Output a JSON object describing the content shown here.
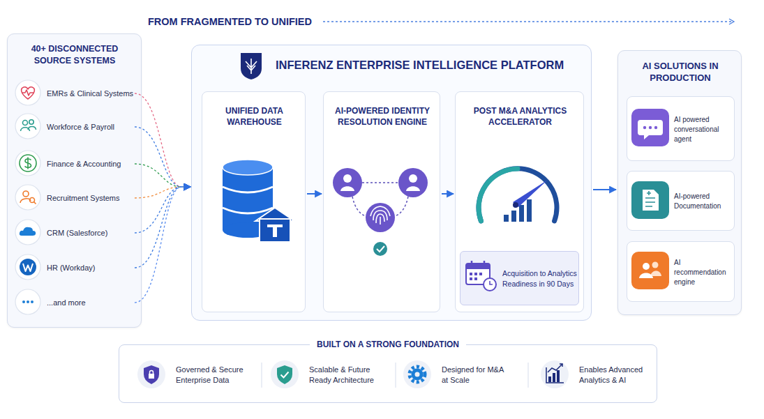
{
  "diagram": {
    "title": "FROM FRAGMENTED TO UNIFIED",
    "nodes": [
      {
        "text": [
          "40+ DISCONNECTED SOURCE SYSTEMS"
        ]
      },
      {
        "text": [
          "EMRs & Clinical Systems"
        ],
        "in": 0
      },
      {
        "text": [
          "Workforce & Payroll"
        ],
        "in": 0
      },
      {
        "text": [
          "Finance & Accounting"
        ],
        "in": 0
      },
      {
        "text": [
          "Recruitment Systems"
        ],
        "in": 0
      },
      {
        "text": [
          "CRM (Salesforce)"
        ],
        "in": 0
      },
      {
        "text": [
          "HR (Workday)"
        ],
        "in": 0
      },
      {
        "text": [
          "...and more"
        ],
        "in": 0
      },
      {
        "text": [
          "INFERENZ ENTERPRISE INTELLIGENCE PLATFORM"
        ]
      },
      {
        "text": [
          "UNIFIED DATA WAREHOUSE"
        ],
        "in": 8
      },
      {
        "text": [
          "AI-POWERED IDENTITY RESOLUTION ENGINE"
        ],
        "in": 8
      },
      {
        "text": [
          "POST M&A ANALYTICS ACCELERATOR"
        ],
        "in": 8
      },
      {
        "text": [
          "Acquisition to Analytics Readiness in 90 Days"
        ],
        "in": 11
      },
      {
        "text": [
          "AI SOLUTIONS IN PRODUCTION"
        ]
      },
      {
        "text": [
          "AI powered conversational agent"
        ],
        "in": 13
      },
      {
        "text": [
          "AI-powered Documentation"
        ],
        "in": 13
      },
      {
        "text": [
          "AI recommendation engine"
        ],
        "in": 13
      },
      {
        "text": [
          "BUILT ON A STRONG FOUNDATION"
        ]
      },
      {
        "text": [
          "Governed & Secure Enterprise Data"
        ],
        "in": 17
      },
      {
        "text": [
          "Scalable & Future Ready Architecture"
        ],
        "in": 17
      },
      {
        "text": [
          "Designed for M&A at Scale"
        ],
        "in": 17
      },
      {
        "text": [
          "Enables Advanced Analytics & AI"
        ],
        "in": 17
      }
    ],
    "edges": [
      {
        "from": 1,
        "to": 8,
        "arrow": "to"
      },
      {
        "from": 2,
        "to": 8,
        "arrow": "to"
      },
      {
        "from": 3,
        "to": 8,
        "arrow": "to"
      },
      {
        "from": 4,
        "to": 8,
        "arrow": "to"
      },
      {
        "from": 5,
        "to": 8,
        "arrow": "to"
      },
      {
        "from": 6,
        "to": 8,
        "arrow": "to"
      },
      {
        "from": 7,
        "to": 8,
        "arrow": "to"
      },
      {
        "from": 9,
        "to": 10,
        "arrow": "to"
      },
      {
        "from": 10,
        "to": 11,
        "arrow": "to"
      },
      {
        "from": 8,
        "to": 13,
        "arrow": "to"
      }
    ]
  }
}
